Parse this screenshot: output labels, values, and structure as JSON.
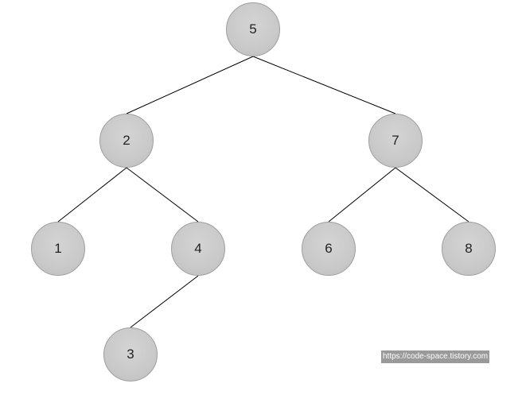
{
  "tree": {
    "nodes": [
      {
        "id": "n5",
        "label": "5"
      },
      {
        "id": "n2",
        "label": "2"
      },
      {
        "id": "n7",
        "label": "7"
      },
      {
        "id": "n1",
        "label": "1"
      },
      {
        "id": "n4",
        "label": "4"
      },
      {
        "id": "n6",
        "label": "6"
      },
      {
        "id": "n8",
        "label": "8"
      },
      {
        "id": "n3",
        "label": "3"
      }
    ],
    "edges": [
      {
        "from": "5",
        "to": "2"
      },
      {
        "from": "5",
        "to": "7"
      },
      {
        "from": "2",
        "to": "1"
      },
      {
        "from": "2",
        "to": "4"
      },
      {
        "from": "4",
        "to": "3"
      },
      {
        "from": "7",
        "to": "6"
      },
      {
        "from": "7",
        "to": "8"
      }
    ]
  },
  "watermark": "https://code-space.tistory.com",
  "colors": {
    "node_fill": "#c9c9c9",
    "node_border": "#9e9e9e",
    "edge": "#000000",
    "watermark_bg": "#9a9a9a"
  }
}
